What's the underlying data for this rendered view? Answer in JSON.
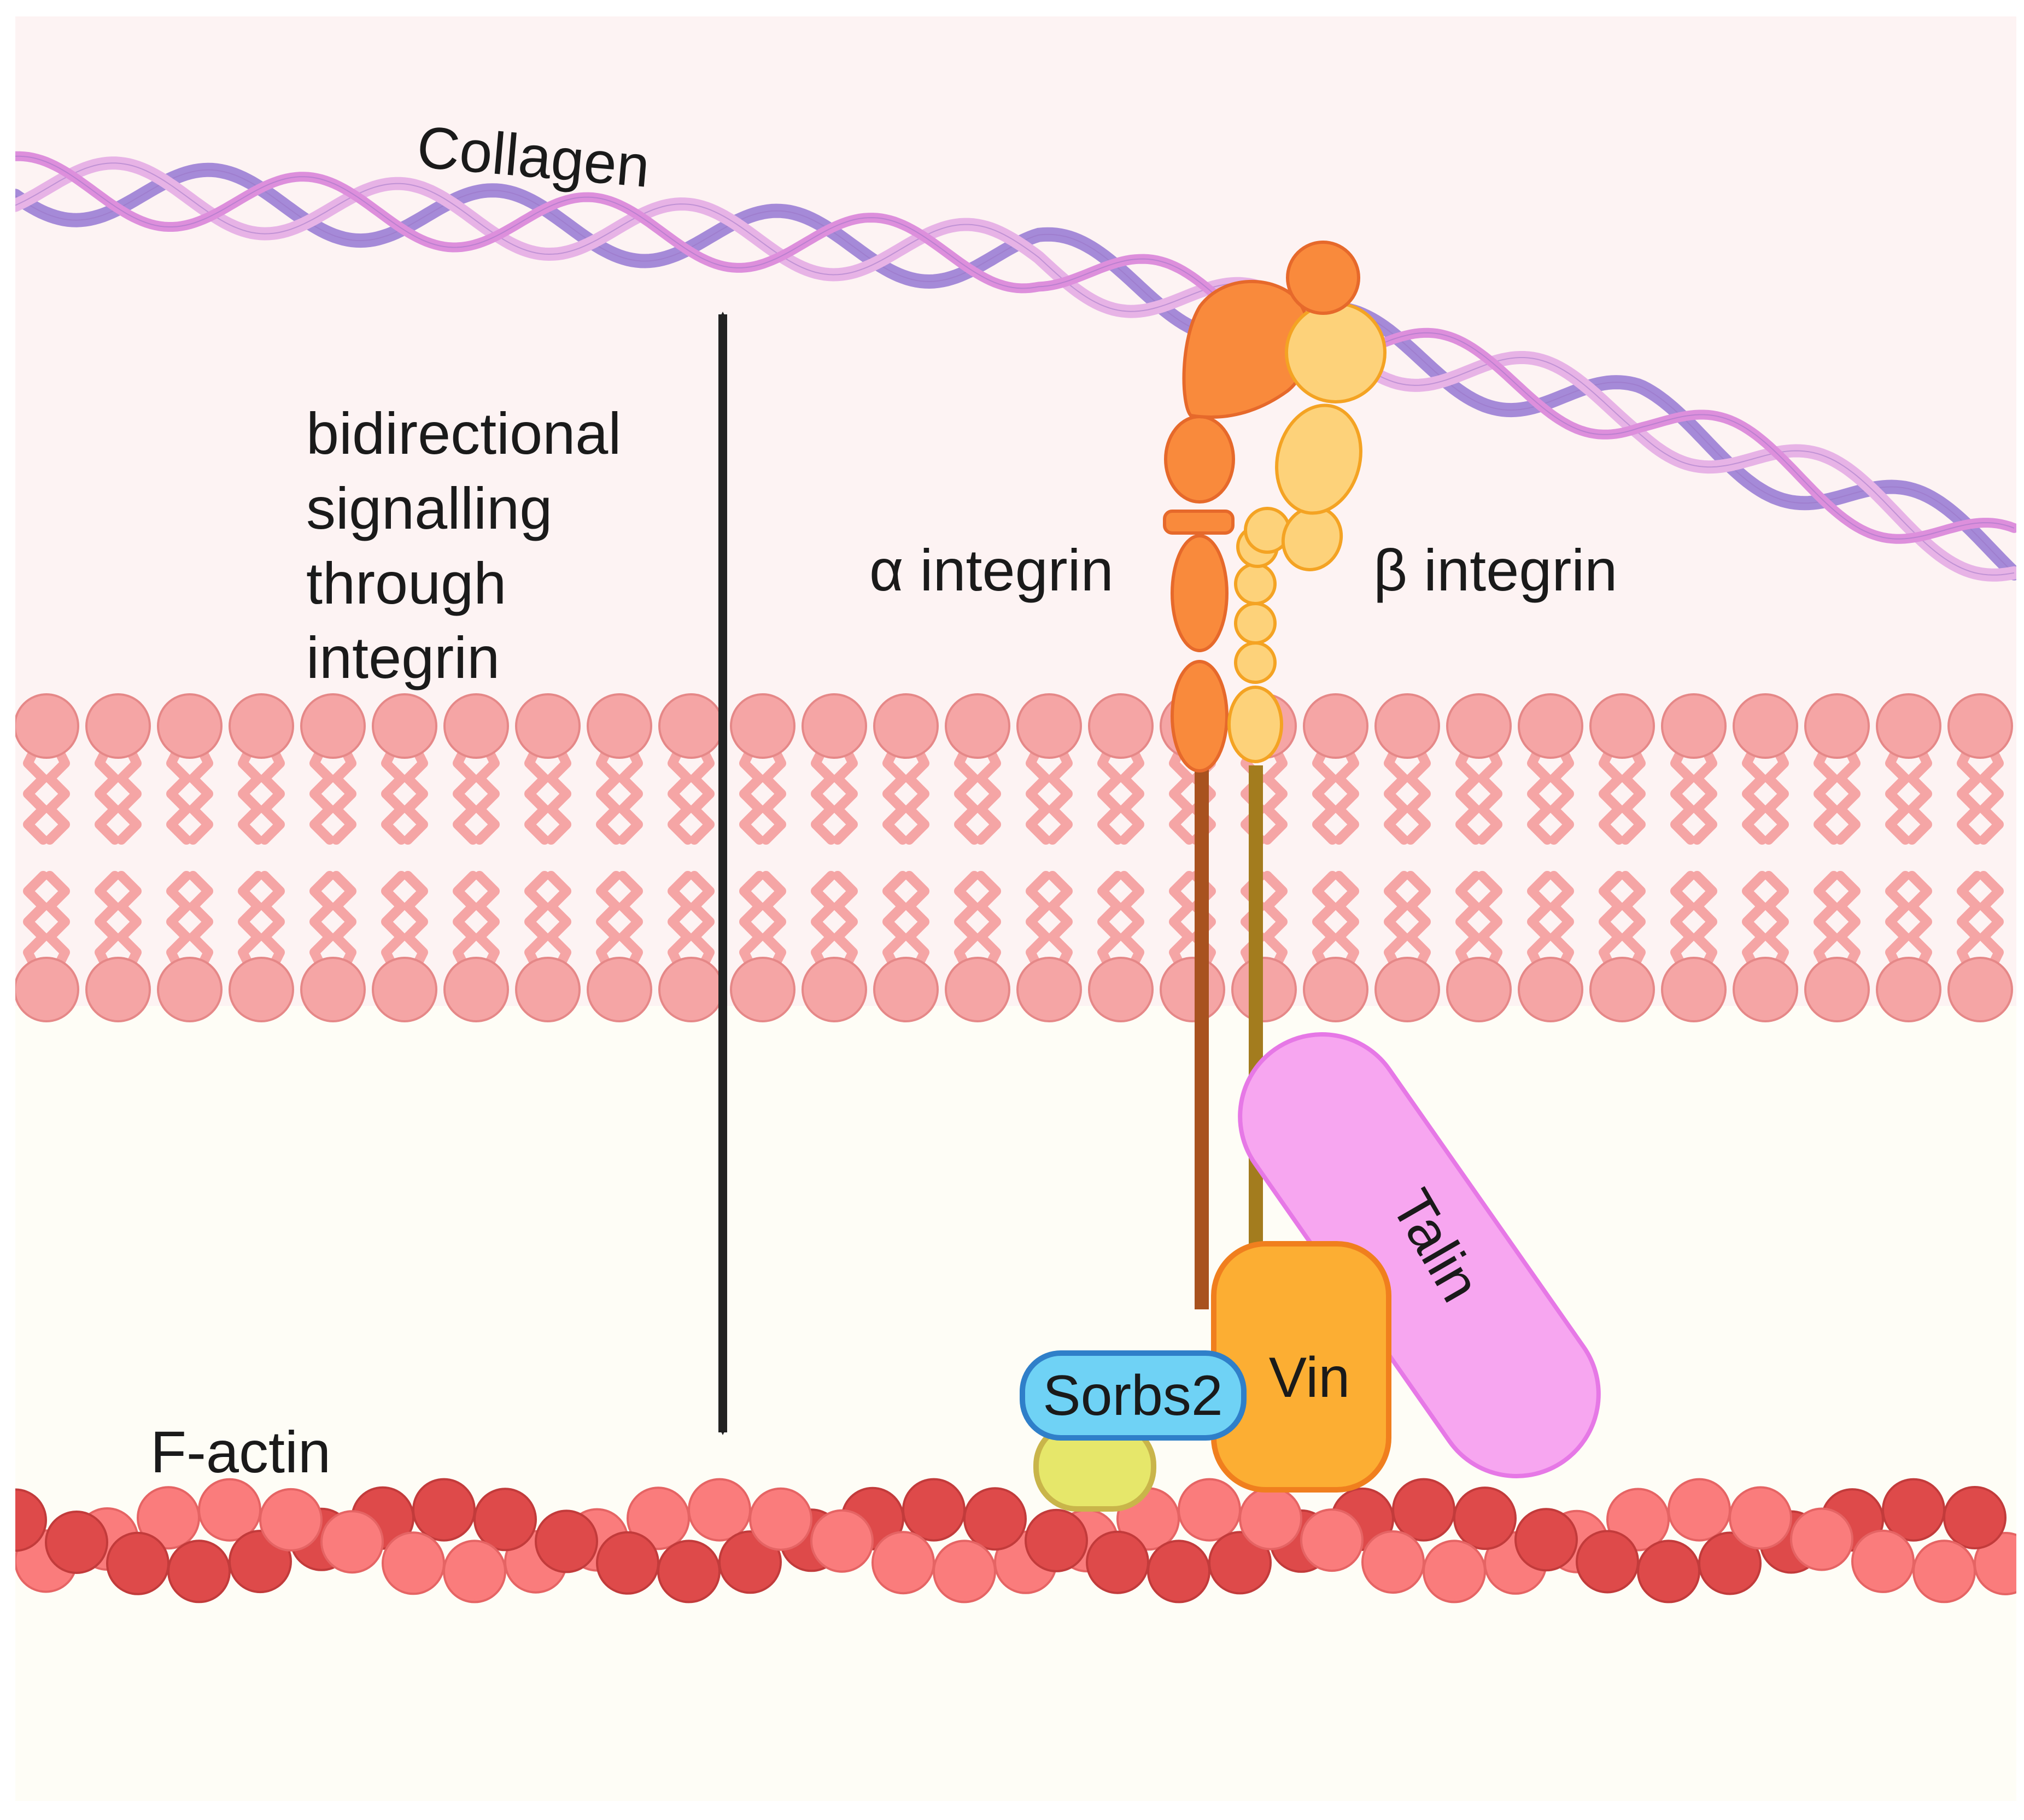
{
  "diagram": {
    "labels": {
      "collagen": "Collagen",
      "signalling": [
        "bidirectional",
        "signalling",
        "through",
        "integrin"
      ],
      "alpha_integrin": "α integrin",
      "beta_integrin": "β integrin",
      "f_actin": "F-actin",
      "talin": "Talin",
      "vinculin": "Vin",
      "sorbs2": "Sorbs2"
    },
    "colors": {
      "extracellular_bg": "#fdf3f3",
      "cytoplasm_bg": "#fefdf6",
      "collagen_dark": "#a58ad8",
      "collagen_light": "#e7b3e6",
      "membrane": "#f5a5a5",
      "membrane_outline": "#e58888",
      "alpha_integrin": "#f98a3c",
      "beta_integrin": "#fdd27a",
      "talin": "#f7a6f0",
      "vinculin": "#fcae33",
      "sorbs2": "#6fd2f5",
      "sorbs2_partner": "#e6e76a",
      "actin_dark": "#de4a4a",
      "actin_light": "#fa7c7c",
      "arrow": "#222222"
    }
  }
}
